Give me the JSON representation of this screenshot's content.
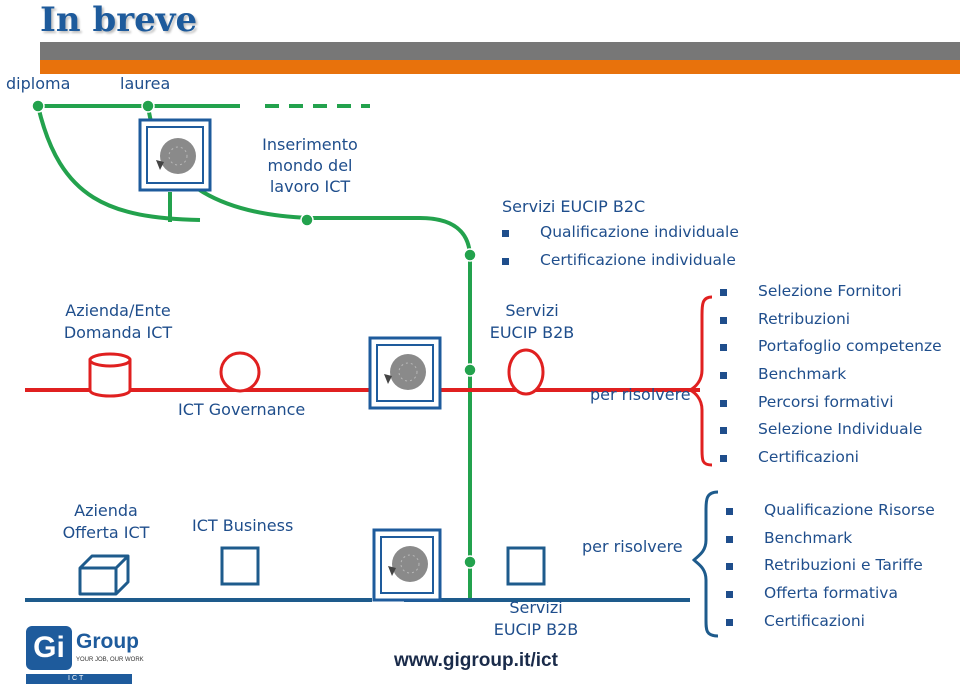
{
  "header": {
    "title": "In breve"
  },
  "colors": {
    "green_track": "#23a24d",
    "red_track": "#e02020",
    "blue_track": "#1e5b8c",
    "accent_orange": "#e8720c",
    "text_blue": "#1f4e8c"
  },
  "track_top": {
    "start_label": "diploma",
    "mid_label": "laurea",
    "goal_label": "Inserimento mondo del lavoro ICT",
    "b2c_title": "Servizi EUCIP B2C",
    "b2c_items": [
      "Qualificazione individuale",
      "Certificazione individuale"
    ]
  },
  "track_middle": {
    "entity_label": "Azienda/Ente Domanda ICT",
    "governance_label": "ICT Governance",
    "service_label": "Servizi EUCIP B2B",
    "solve_label": "per risolvere",
    "items": [
      "Selezione Fornitori",
      "Retribuzioni",
      "Portafoglio competenze",
      "Benchmark",
      "Percorsi formativi",
      "Selezione Individuale",
      "Certificazioni"
    ]
  },
  "track_bottom": {
    "entity_label": "Azienda Offerta ICT",
    "business_label": "ICT Business",
    "service_label": "Servizi EUCIP B2B",
    "solve_label": "per risolvere",
    "items": [
      "Qualificazione Risorse",
      "Benchmark",
      "Retribuzioni e Tariffe",
      "Offerta formativa",
      "Certificazioni"
    ]
  },
  "footer": {
    "url": "www.gigroup.it/ict",
    "logo_mark": "Gi",
    "logo_name": "Group",
    "logo_tagline": "YOUR JOB, OUR WORK",
    "logo_division": "ICT"
  }
}
